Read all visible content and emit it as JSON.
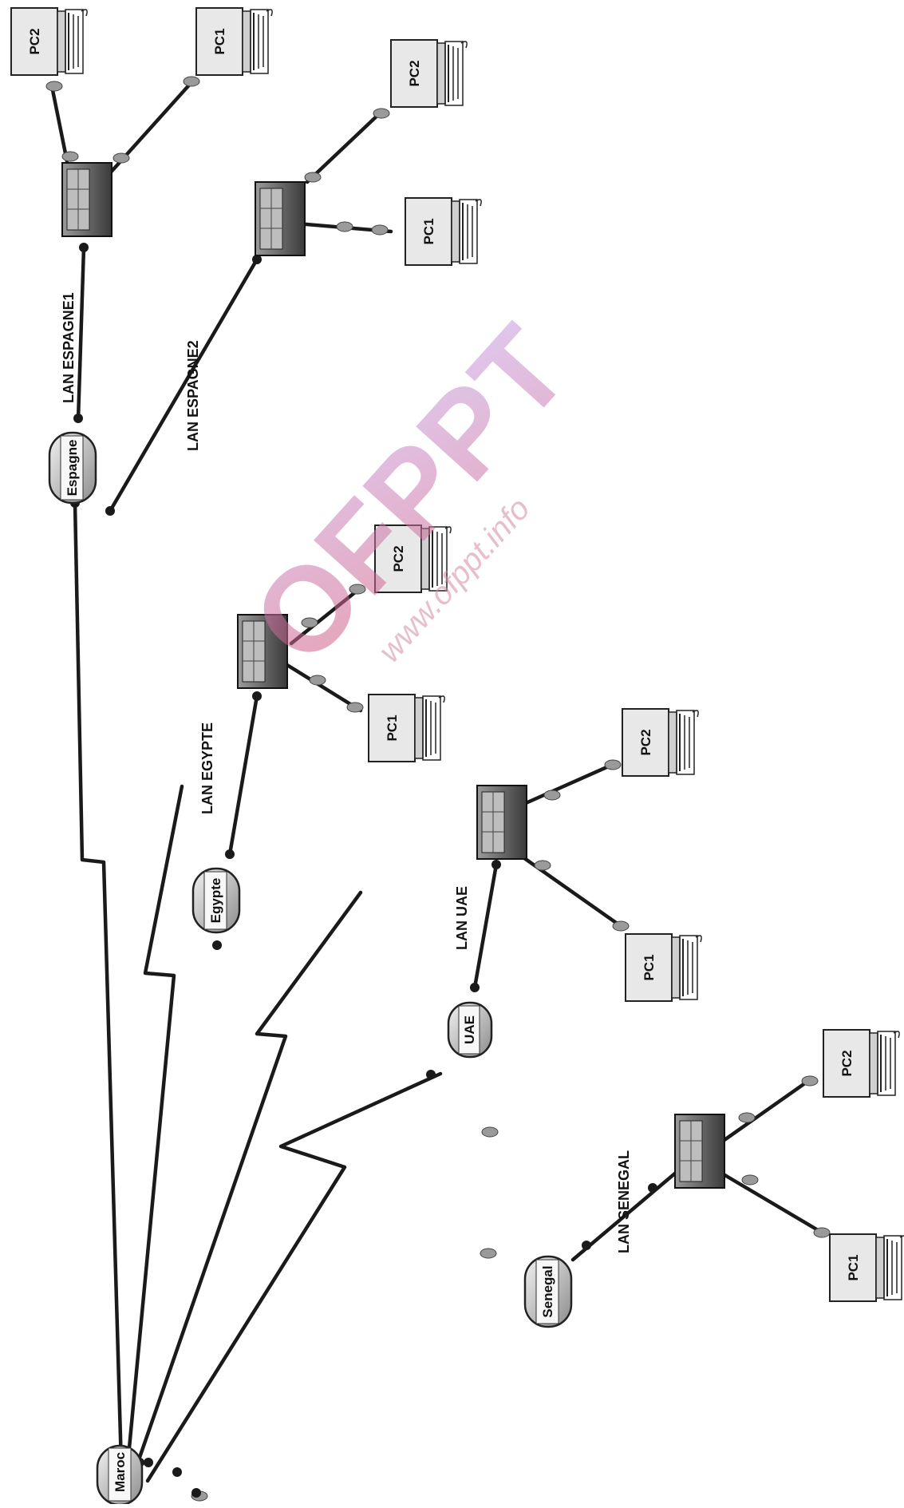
{
  "routers": {
    "maroc": "Maroc",
    "espagne": "Espagne",
    "egypte": "Egypte",
    "uae": "UAE",
    "senegal": "Senegal"
  },
  "lans": {
    "espagne1": "LAN ESPAGNE1",
    "espagne2": "LAN ESPAGNE2",
    "egypte": "LAN EGYPTE",
    "uae": "LAN UAE",
    "senegal": "LAN SENEGAL"
  },
  "pcs": {
    "pc1": "PC1",
    "pc2": "PC2"
  },
  "watermark": {
    "brand": "OFPPT",
    "url": "www.ofppt.info",
    "colors": [
      "#d2577a",
      "#c4a0e8"
    ]
  },
  "colors": {
    "link": "#1a1a1a",
    "connector": "#9a9a9a",
    "endpoint": "#1a1a1a"
  }
}
